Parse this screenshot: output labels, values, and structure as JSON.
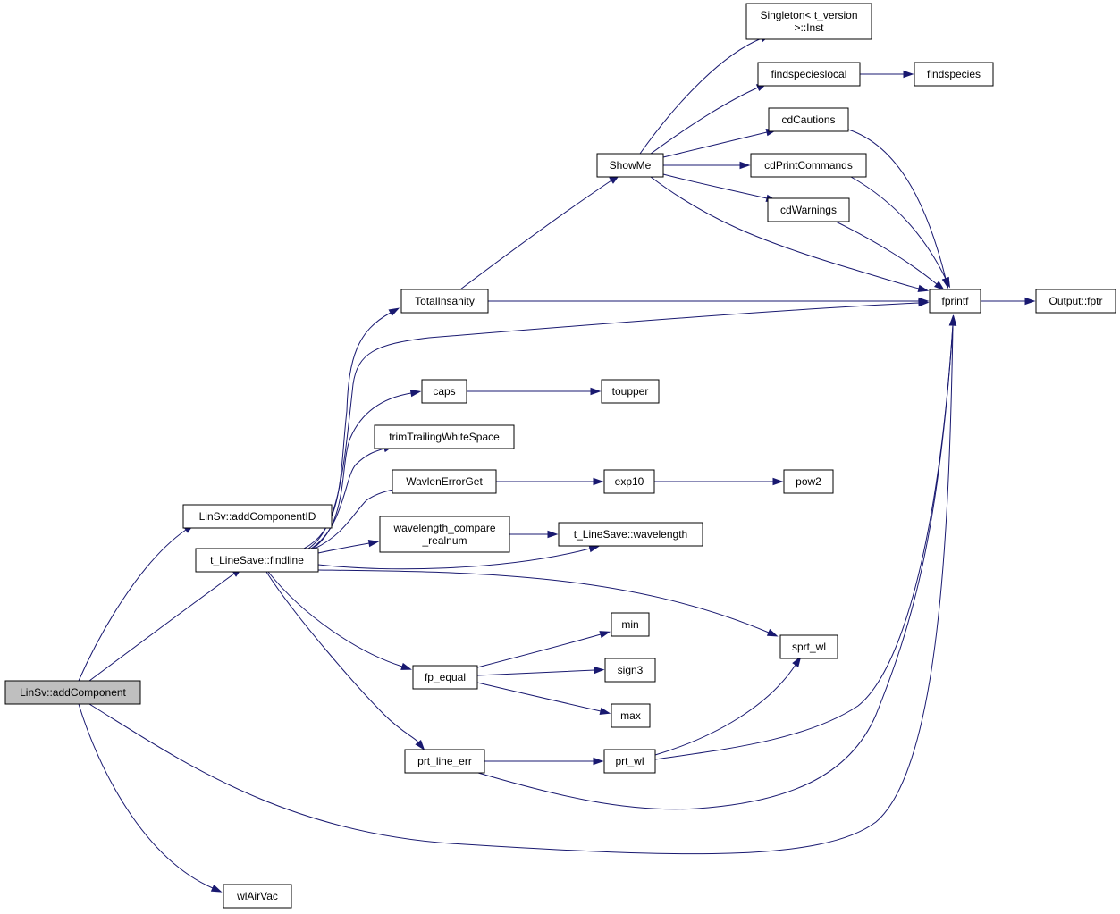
{
  "graph": {
    "edge_color": "#191970",
    "node_fill": "#ffffff",
    "root_fill": "#bfbfbf",
    "nodes": [
      {
        "id": "addComponent",
        "lines": [
          "LinSv::addComponent"
        ],
        "root": true
      },
      {
        "id": "addComponentID",
        "lines": [
          "LinSv::addComponentID"
        ]
      },
      {
        "id": "findline",
        "lines": [
          "t_LineSave::findline"
        ]
      },
      {
        "id": "wlAirVac",
        "lines": [
          "wlAirVac"
        ]
      },
      {
        "id": "fprintf",
        "lines": [
          "fprintf"
        ]
      },
      {
        "id": "TotalInsanity",
        "lines": [
          "TotalInsanity"
        ]
      },
      {
        "id": "caps",
        "lines": [
          "caps"
        ]
      },
      {
        "id": "trimTrailingWhiteSpace",
        "lines": [
          "trimTrailingWhiteSpace"
        ]
      },
      {
        "id": "WavlenErrorGet",
        "lines": [
          "WavlenErrorGet"
        ]
      },
      {
        "id": "wavelength_compare",
        "lines": [
          "wavelength_compare",
          "_realnum"
        ]
      },
      {
        "id": "t_wavelength",
        "lines": [
          "t_LineSave::wavelength"
        ]
      },
      {
        "id": "sprt_wl",
        "lines": [
          "sprt_wl"
        ]
      },
      {
        "id": "fp_equal",
        "lines": [
          "fp_equal"
        ]
      },
      {
        "id": "prt_line_err",
        "lines": [
          "prt_line_err"
        ]
      },
      {
        "id": "ShowMe",
        "lines": [
          "ShowMe"
        ]
      },
      {
        "id": "Singleton",
        "lines": [
          "Singleton< t_version",
          ">::Inst"
        ]
      },
      {
        "id": "findspecieslocal",
        "lines": [
          "findspecieslocal"
        ]
      },
      {
        "id": "findspecies",
        "lines": [
          "findspecies"
        ]
      },
      {
        "id": "cdCautions",
        "lines": [
          "cdCautions"
        ]
      },
      {
        "id": "cdPrintCommands",
        "lines": [
          "cdPrintCommands"
        ]
      },
      {
        "id": "cdWarnings",
        "lines": [
          "cdWarnings"
        ]
      },
      {
        "id": "Output_fptr",
        "lines": [
          "Output::fptr"
        ]
      },
      {
        "id": "toupper",
        "lines": [
          "toupper"
        ]
      },
      {
        "id": "exp10",
        "lines": [
          "exp10"
        ]
      },
      {
        "id": "pow2",
        "lines": [
          "pow2"
        ]
      },
      {
        "id": "min",
        "lines": [
          "min"
        ]
      },
      {
        "id": "sign3",
        "lines": [
          "sign3"
        ]
      },
      {
        "id": "max",
        "lines": [
          "max"
        ]
      },
      {
        "id": "prt_wl",
        "lines": [
          "prt_wl"
        ]
      }
    ],
    "edges": [
      [
        "addComponent",
        "addComponentID"
      ],
      [
        "addComponent",
        "findline"
      ],
      [
        "addComponent",
        "fprintf"
      ],
      [
        "addComponent",
        "wlAirVac"
      ],
      [
        "findline",
        "TotalInsanity"
      ],
      [
        "findline",
        "fprintf"
      ],
      [
        "findline",
        "caps"
      ],
      [
        "findline",
        "trimTrailingWhiteSpace"
      ],
      [
        "findline",
        "WavlenErrorGet"
      ],
      [
        "findline",
        "wavelength_compare"
      ],
      [
        "findline",
        "t_wavelength"
      ],
      [
        "findline",
        "sprt_wl"
      ],
      [
        "findline",
        "fp_equal"
      ],
      [
        "findline",
        "prt_line_err"
      ],
      [
        "TotalInsanity",
        "ShowMe"
      ],
      [
        "TotalInsanity",
        "fprintf"
      ],
      [
        "ShowMe",
        "Singleton"
      ],
      [
        "ShowMe",
        "findspecieslocal"
      ],
      [
        "ShowMe",
        "cdCautions"
      ],
      [
        "ShowMe",
        "cdPrintCommands"
      ],
      [
        "ShowMe",
        "cdWarnings"
      ],
      [
        "ShowMe",
        "fprintf"
      ],
      [
        "findspecieslocal",
        "findspecies"
      ],
      [
        "cdCautions",
        "fprintf"
      ],
      [
        "cdPrintCommands",
        "fprintf"
      ],
      [
        "cdWarnings",
        "fprintf"
      ],
      [
        "fprintf",
        "Output_fptr"
      ],
      [
        "caps",
        "toupper"
      ],
      [
        "WavlenErrorGet",
        "exp10"
      ],
      [
        "exp10",
        "pow2"
      ],
      [
        "wavelength_compare",
        "t_wavelength"
      ],
      [
        "fp_equal",
        "min"
      ],
      [
        "fp_equal",
        "sign3"
      ],
      [
        "fp_equal",
        "max"
      ],
      [
        "prt_line_err",
        "prt_wl"
      ],
      [
        "prt_line_err",
        "fprintf"
      ],
      [
        "prt_wl",
        "sprt_wl"
      ],
      [
        "prt_wl",
        "fprintf"
      ]
    ]
  }
}
